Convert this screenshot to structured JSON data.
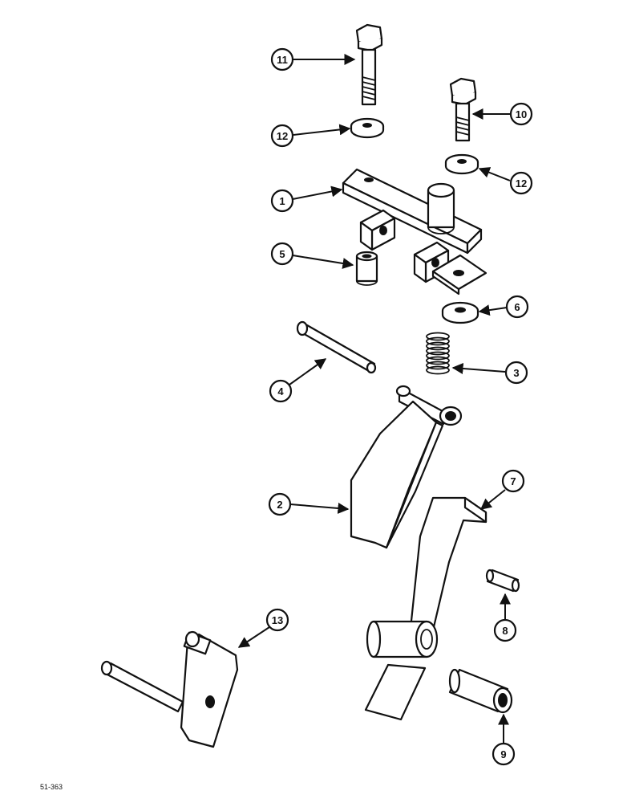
{
  "callouts": {
    "c1": "1",
    "c2": "2",
    "c3": "3",
    "c4": "4",
    "c5": "5",
    "c6": "6",
    "c7": "7",
    "c8": "8",
    "c9": "9",
    "c10": "10",
    "c11": "11",
    "c12a": "12",
    "c12b": "12",
    "c13": "13"
  },
  "figure_code": "51-363"
}
